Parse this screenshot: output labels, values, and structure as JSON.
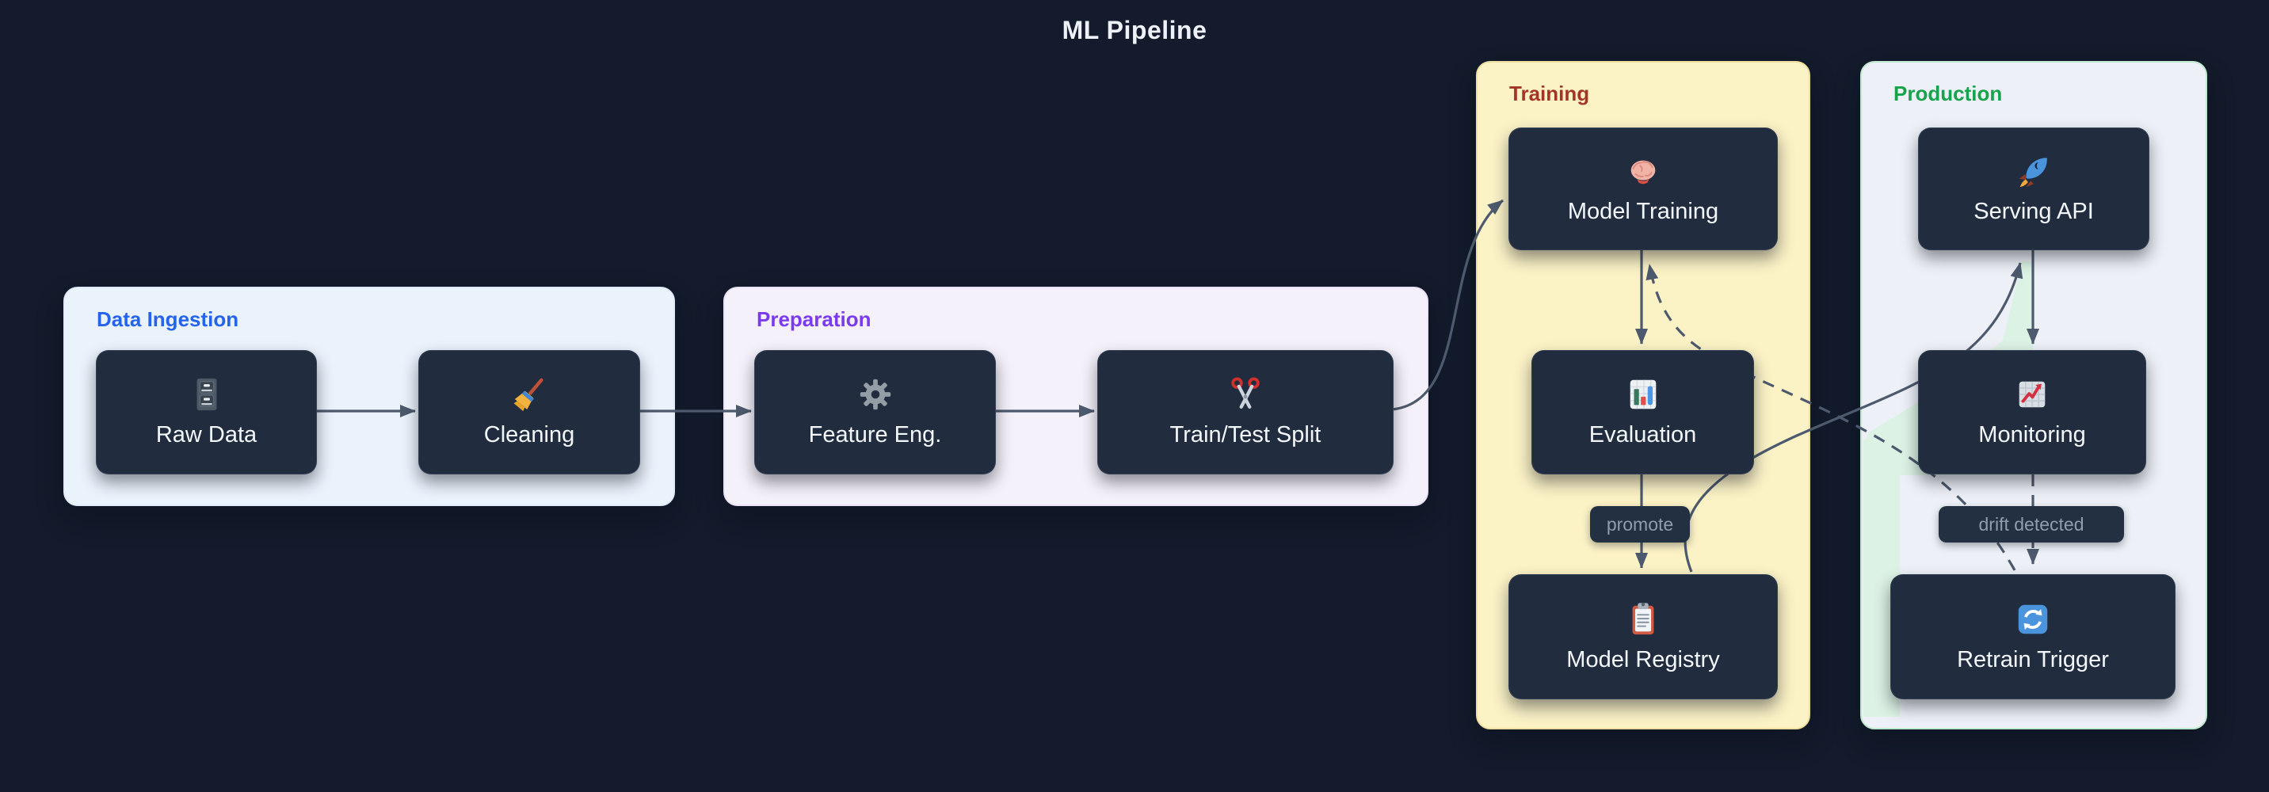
{
  "title": "ML Pipeline",
  "groups": [
    {
      "id": "ingestion",
      "label": "Data Ingestion",
      "label_color": "#2563eb",
      "fill": "#eaf2fc",
      "border": "#dfeafa"
    },
    {
      "id": "preparation",
      "label": "Preparation",
      "label_color": "#7c3aed",
      "fill": "#f5f1fb",
      "border": "#eae2f8"
    },
    {
      "id": "training",
      "label": "Training",
      "label_color": "#a33527",
      "fill": "#fbf2c6",
      "border": "#efdf9f"
    },
    {
      "id": "production",
      "label": "Production",
      "label_color": "#16a34a",
      "fill": "#edf1f7",
      "border": "#bfe9cf"
    }
  ],
  "nodes": [
    {
      "id": "raw-data",
      "label": "Raw Data",
      "icon": "file-cabinet-icon",
      "group": "ingestion"
    },
    {
      "id": "cleaning",
      "label": "Cleaning",
      "icon": "broom-icon",
      "group": "ingestion"
    },
    {
      "id": "feature-eng",
      "label": "Feature Eng.",
      "icon": "gear-icon",
      "group": "preparation"
    },
    {
      "id": "train-test-split",
      "label": "Train/Test Split",
      "icon": "scissors-icon",
      "group": "preparation"
    },
    {
      "id": "model-training",
      "label": "Model Training",
      "icon": "brain-icon",
      "group": "training"
    },
    {
      "id": "evaluation",
      "label": "Evaluation",
      "icon": "bar-chart-icon",
      "group": "training"
    },
    {
      "id": "model-registry",
      "label": "Model Registry",
      "icon": "clipboard-icon",
      "group": "training"
    },
    {
      "id": "serving-api",
      "label": "Serving API",
      "icon": "rocket-icon",
      "group": "production"
    },
    {
      "id": "monitoring",
      "label": "Monitoring",
      "icon": "chart-up-icon",
      "group": "production"
    },
    {
      "id": "retrain-trigger",
      "label": "Retrain Trigger",
      "icon": "refresh-icon",
      "group": "production"
    }
  ],
  "edges": [
    {
      "from": "raw-data",
      "to": "cleaning",
      "style": "solid"
    },
    {
      "from": "cleaning",
      "to": "feature-eng",
      "style": "solid"
    },
    {
      "from": "feature-eng",
      "to": "train-test-split",
      "style": "solid"
    },
    {
      "from": "train-test-split",
      "to": "model-training",
      "style": "solid"
    },
    {
      "from": "model-training",
      "to": "evaluation",
      "style": "solid"
    },
    {
      "from": "evaluation",
      "to": "model-registry",
      "style": "solid",
      "label": "promote"
    },
    {
      "from": "model-registry",
      "to": "serving-api",
      "style": "solid"
    },
    {
      "from": "serving-api",
      "to": "monitoring",
      "style": "solid"
    },
    {
      "from": "monitoring",
      "to": "retrain-trigger",
      "style": "dashed",
      "label": "drift detected"
    },
    {
      "from": "retrain-trigger",
      "to": "model-training",
      "style": "dashed"
    }
  ],
  "colors": {
    "background": "#131b2c",
    "node_fill": "#212d3e",
    "node_text": "#f3f6fa",
    "edge": "#4d5a6e",
    "edge_label_bg": "#223041",
    "edge_label_text": "#8f9dae",
    "title_color": "#eef2f8",
    "production_glow": "#dcf2e4"
  }
}
